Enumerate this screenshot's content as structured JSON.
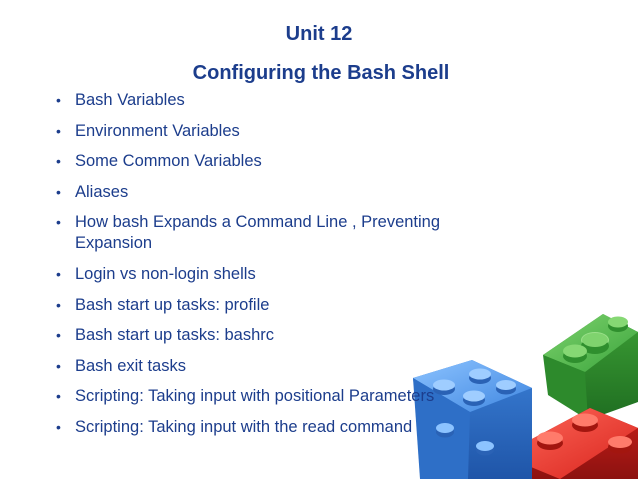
{
  "slide": {
    "unit": "Unit 12",
    "title": "Configuring the Bash Shell",
    "bullet_glyph": "•",
    "items": [
      "Bash Variables",
      "Environment Variables",
      "Some Common Variables",
      "Aliases",
      "How bash Expands a Command Line , Preventing Expansion",
      "Login vs non-login shells",
      "Bash start up tasks: profile",
      "Bash start up tasks: bashrc",
      "Bash exit tasks",
      "Scripting: Taking input with positional Parameters",
      "Scripting: Taking input with the read command"
    ]
  },
  "colors": {
    "text": "#1c3d8c",
    "block_blue": "#3f86e0",
    "block_green": "#3aa43c",
    "block_red": "#d8231c"
  },
  "icons": {
    "decoration": "toy-building-blocks-icon"
  }
}
